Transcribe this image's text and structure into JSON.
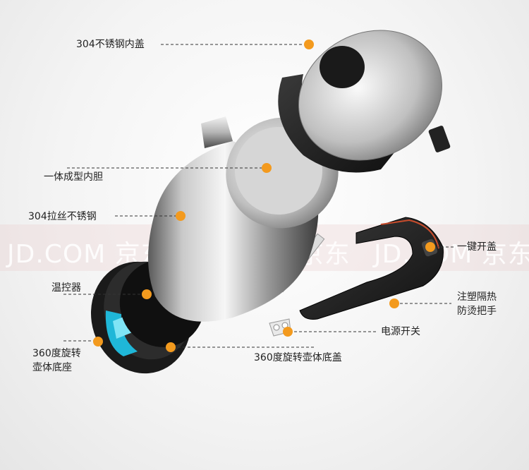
{
  "watermark": {
    "text": "JD.COM 京东",
    "color": "#f3d8d8"
  },
  "colors": {
    "callout_dot": "#f39a1e",
    "leader_line": "#333333",
    "accent_blue": "#1fb7d8"
  },
  "callouts": {
    "lid": "304不锈钢内盖",
    "liner": "一体成型内胆",
    "body": "304拉丝不锈钢",
    "thermostat": "温控器",
    "base_line1": "360度旋转",
    "base_line2": "壶体底座",
    "bottom_cover": "360度旋转壶体底盖",
    "lid_button": "一键开盖",
    "handle_line1": "注塑隔热",
    "handle_line2": "防烫把手",
    "power_switch": "电源开关"
  }
}
